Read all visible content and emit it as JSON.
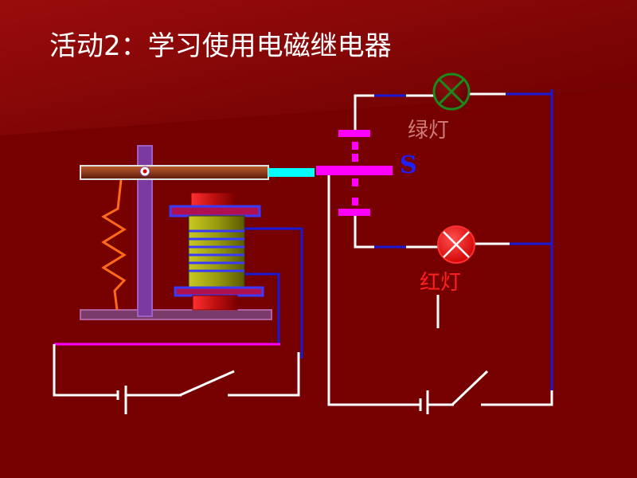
{
  "slide": {
    "title": "活动2：学习使用电磁继电器"
  },
  "labels": {
    "green_lamp": "绿灯",
    "red_lamp": "红灯",
    "switch": "S"
  },
  "colors": {
    "background_dark": "#780000",
    "background_light": "#a01010",
    "wire_white": "#ffffff",
    "wire_blue": "#1a1ad6",
    "magenta": "#ff00ff",
    "cyan": "#00ffff",
    "spring_orange": "#ff6a1a",
    "green_lamp": "#1a8a1a",
    "red_lamp": "#ff2020",
    "label_green": "#d07a7a",
    "label_red": "#ff2020",
    "label_s": "#2020ff"
  }
}
